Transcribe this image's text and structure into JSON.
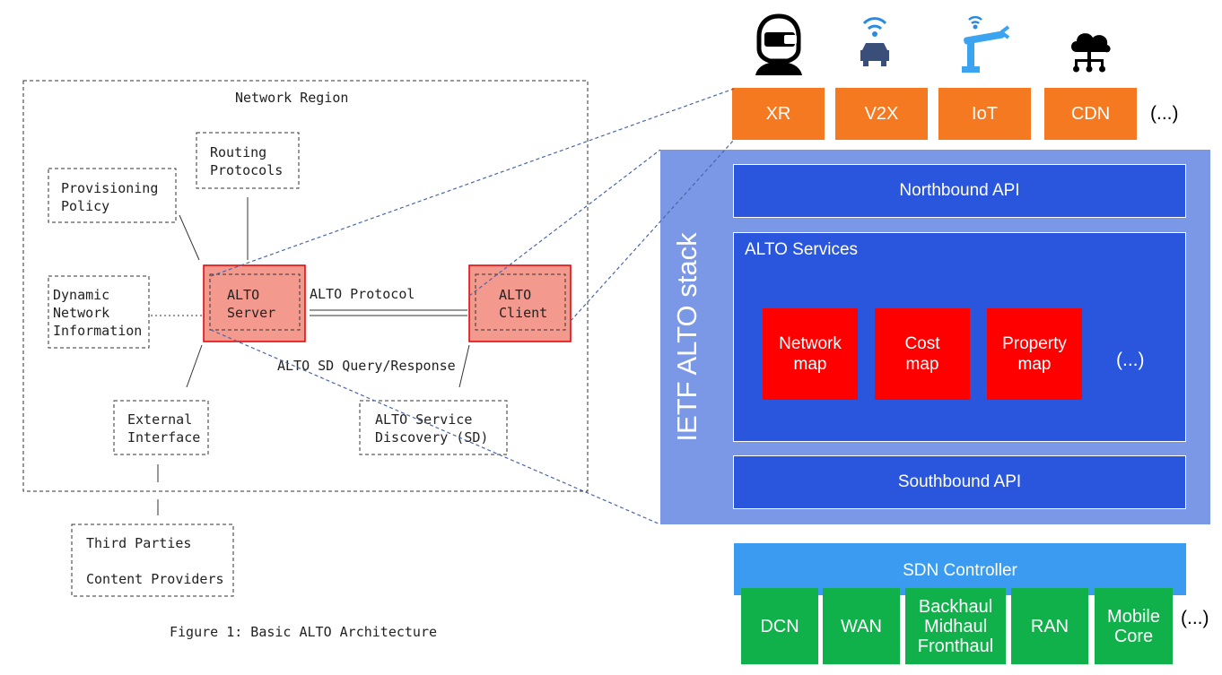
{
  "left": {
    "network_region": "Network Region",
    "routing": [
      "Routing",
      "Protocols"
    ],
    "provisioning": [
      "Provisioning",
      "Policy"
    ],
    "dynamic": [
      "Dynamic",
      "Network",
      "Information"
    ],
    "alto_server": [
      "ALTO",
      "Server"
    ],
    "alto_client": [
      "ALTO",
      "Client"
    ],
    "alto_protocol": "ALTO Protocol",
    "sd_query": "ALTO SD Query/Response",
    "external": [
      "External",
      "Interface"
    ],
    "service_discovery": [
      "ALTO Service",
      "Discovery (SD)"
    ],
    "third_parties": [
      "Third Parties",
      "Content Providers"
    ],
    "caption": "Figure 1: Basic ALTO Architecture"
  },
  "right": {
    "apps": [
      "XR",
      "V2X",
      "IoT",
      "CDN"
    ],
    "apps_more": "(...)",
    "app_icons": [
      "vr-headset-icon",
      "wifi-car-icon",
      "wifi-robot-arm-icon",
      "cloud-network-icon"
    ],
    "stack_label": "IETF ALTO stack",
    "northbound": "Northbound API",
    "alto_services": "ALTO Services",
    "services": [
      [
        "Network",
        "map"
      ],
      [
        "Cost",
        "map"
      ],
      [
        "Property",
        "map"
      ]
    ],
    "services_more": "(...)",
    "southbound": "Southbound API",
    "sdn_controller": "SDN Controller",
    "domains": [
      [
        "DCN"
      ],
      [
        "WAN"
      ],
      [
        "Backhaul",
        "Midhaul",
        "Fronthaul"
      ],
      [
        "RAN"
      ],
      [
        "Mobile",
        "Core"
      ]
    ],
    "domains_more": "(...)"
  },
  "colors": {
    "orange": "#f47920",
    "stack_bg": "#7b98e6",
    "api_blue": "#2a56de",
    "red": "#ff0000",
    "sdn_blue": "#3a9bf0",
    "green": "#10b04a",
    "alto_highlight": "#f4998d"
  }
}
